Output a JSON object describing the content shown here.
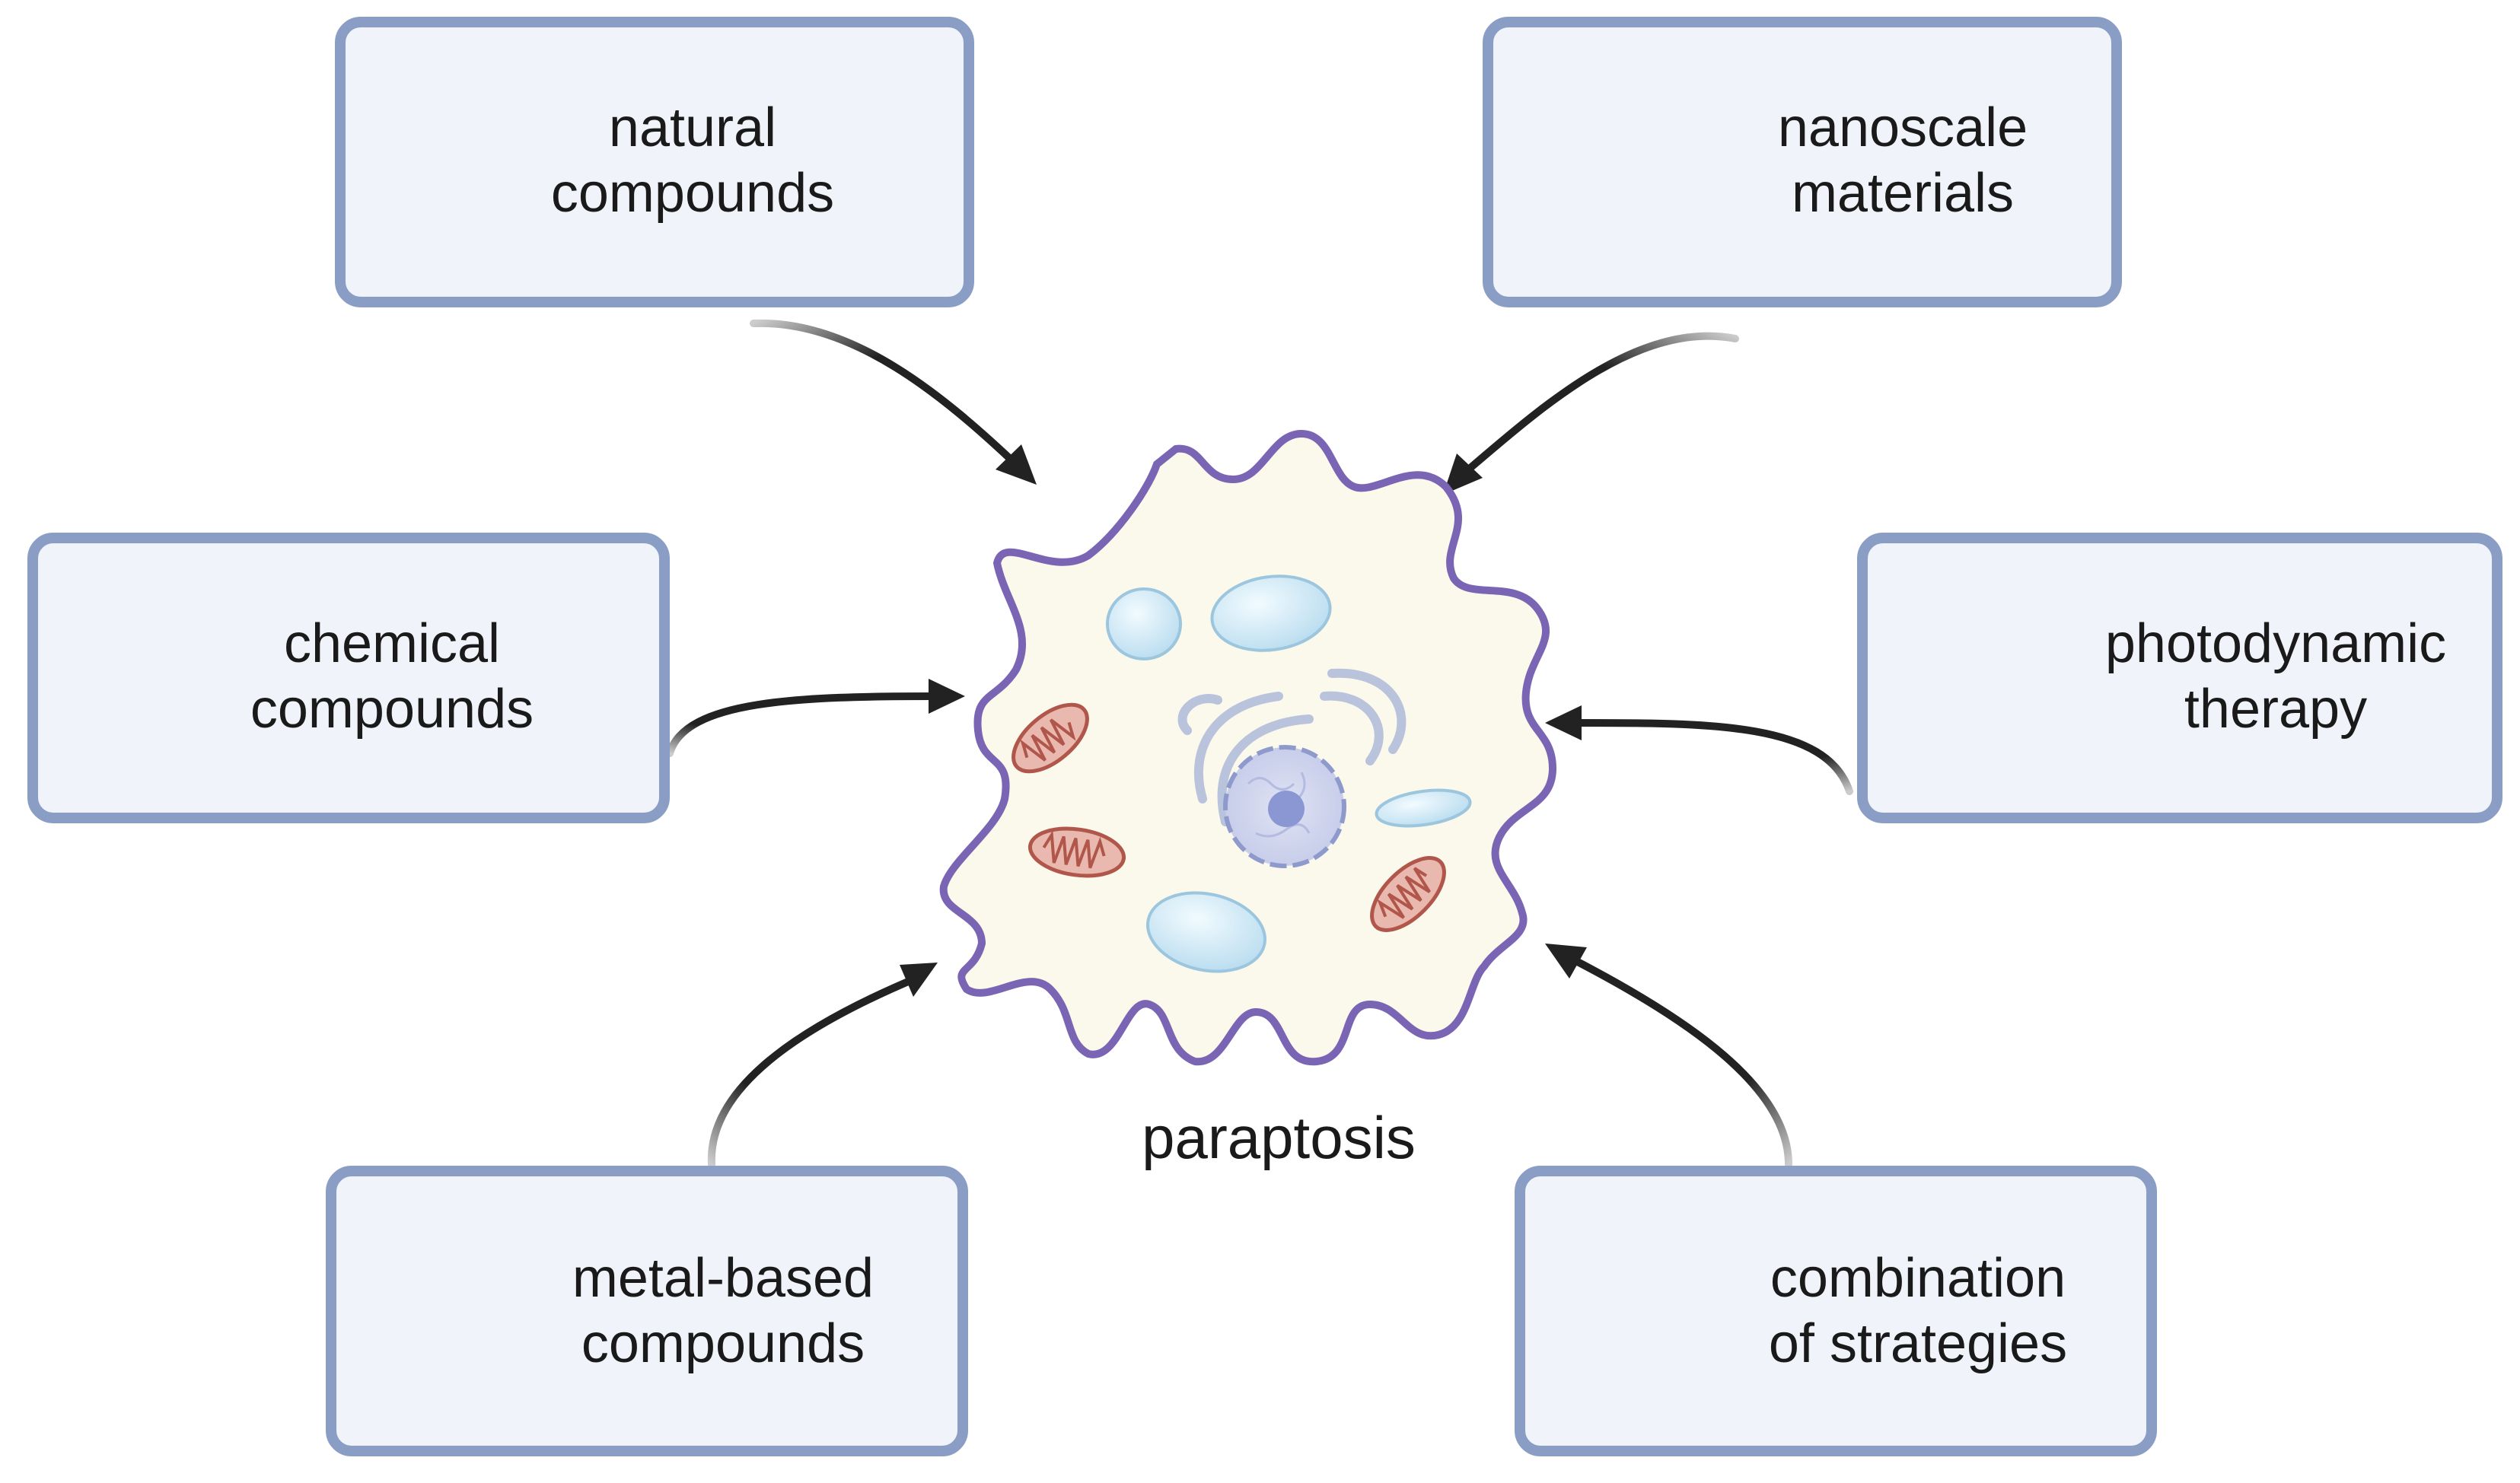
{
  "center": {
    "label": "paraptosis"
  },
  "boxes": {
    "natural": {
      "line1": "natural",
      "line2": "compounds",
      "icon": "leaf-icon"
    },
    "nanoscale": {
      "line1": "nanoscale",
      "line2": "materials",
      "icon": "nanoparticles-icon"
    },
    "chemical": {
      "line1": "chemical",
      "line2": "compounds",
      "icon": "molecule-icon"
    },
    "photodynamic": {
      "line1": "photodynamic",
      "line2": "therapy",
      "icon": "lightning-icon"
    },
    "metal": {
      "line1": "metal-based",
      "line2": "compounds",
      "icon": "metal-bars-icon"
    },
    "combination": {
      "line1": "combination",
      "line2": "of strategies",
      "icon": "handshake-icon"
    }
  },
  "colors": {
    "box_border": "#8a9dc4",
    "box_fill": "#f0f4fa",
    "cell_membrane": "#7a64b4",
    "cell_fill": "#fbf8ec",
    "leaf": "#5c9a3c",
    "lightning": "#f08a14",
    "handshake": "#1f6a9a",
    "molecule": "#2c5a76",
    "nanoparticle": "#8fd6e0"
  }
}
